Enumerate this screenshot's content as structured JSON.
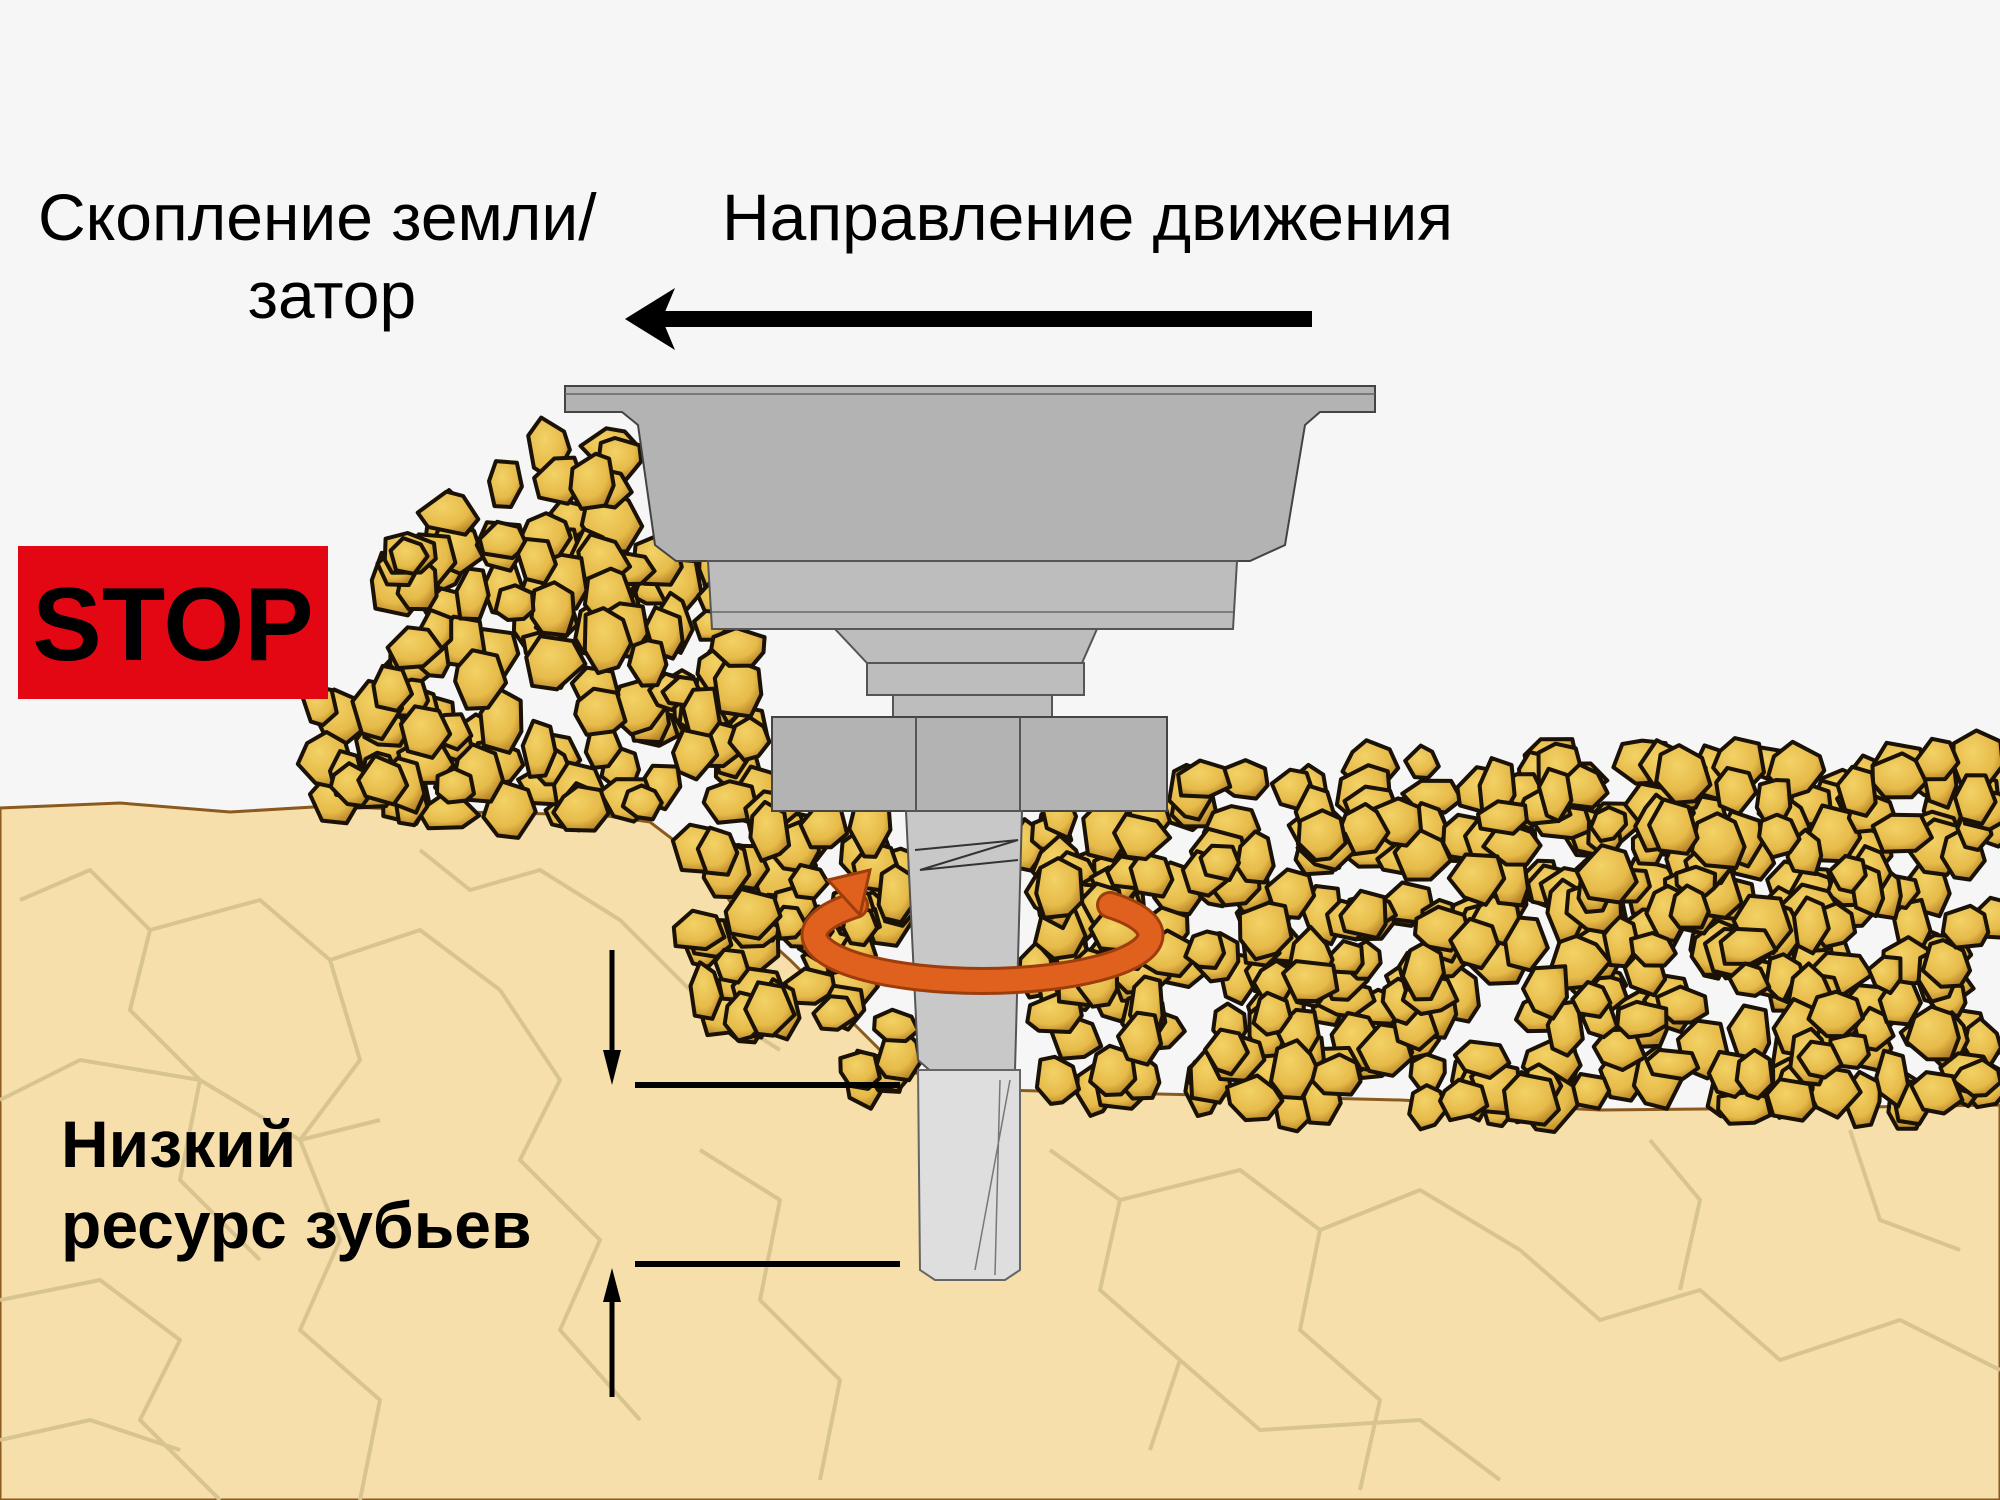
{
  "labels": {
    "accumulation_line1": "Скопление земли/",
    "accumulation_line2": "затор",
    "direction": "Направление движения",
    "stop": "STOP",
    "low_wear_line1": "Низкий",
    "low_wear_line2": "ресурс зубьев"
  },
  "colors": {
    "background": "#f6f6f6",
    "ground": "#f6dfaa",
    "ground_edge": "#8a5a1e",
    "pebble": "#e6bd4f",
    "stop_box": "#e30613",
    "rotation_arrow": "#e0601e",
    "metal": "#b3b3b3"
  },
  "icons": {
    "direction_arrow": "arrow-left-icon",
    "rotation": "rotate-icon"
  }
}
